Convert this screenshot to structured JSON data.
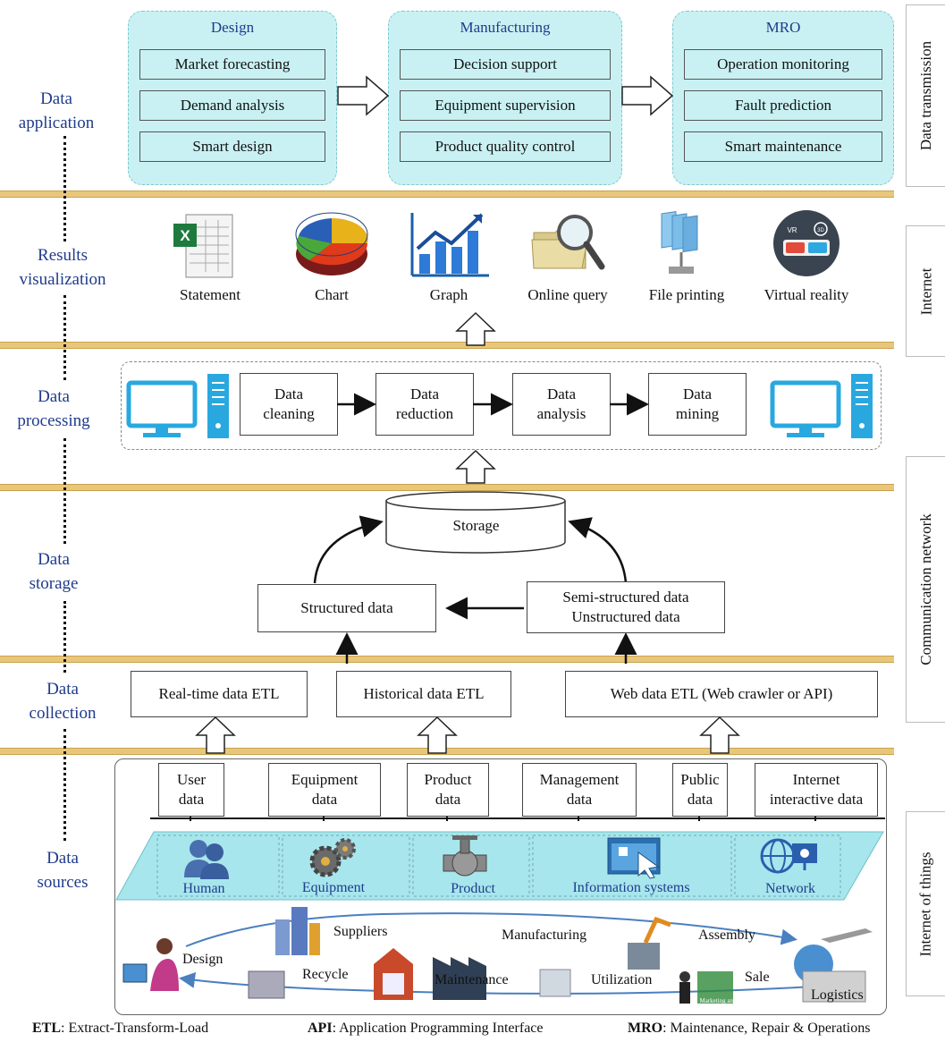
{
  "layers": {
    "application": "Data application",
    "visualization": "Results visualization",
    "processing": "Data processing",
    "storage": "Data storage",
    "collection": "Data collection",
    "sources": "Data sources"
  },
  "right_column": [
    "Data transmission",
    "Internet",
    "Communication  network",
    "Internet of things"
  ],
  "application": {
    "design": {
      "title": "Design",
      "items": [
        "Market forecasting",
        "Demand analysis",
        "Smart  design"
      ]
    },
    "manufacturing": {
      "title": "Manufacturing",
      "items": [
        "Decision support",
        "Equipment supervision",
        "Product quality control"
      ]
    },
    "mro": {
      "title": "MRO",
      "items": [
        "Operation monitoring",
        "Fault prediction",
        "Smart  maintenance"
      ]
    }
  },
  "visualization": [
    "Statement",
    "Chart",
    "Graph",
    "Online query",
    "File printing",
    "Virtual reality"
  ],
  "vr_badges": {
    "left": "VR",
    "right": "3D"
  },
  "processing": [
    {
      "l1": "Data",
      "l2": "cleaning"
    },
    {
      "l1": "Data",
      "l2": "reduction"
    },
    {
      "l1": "Data",
      "l2": "analysis"
    },
    {
      "l1": "Data",
      "l2": "mining"
    }
  ],
  "storage": {
    "storage": "Storage",
    "structured": "Structured data",
    "semi": "Semi-structured data",
    "unstructured": "Unstructured data"
  },
  "collection": [
    "Real-time data ETL",
    "Historical data ETL",
    "Web data ETL (Web crawler or API)"
  ],
  "sources": {
    "data_types": [
      {
        "l1": "User",
        "l2": "data"
      },
      {
        "l1": "Equipment",
        "l2": "data"
      },
      {
        "l1": "Product",
        "l2": "data"
      },
      {
        "l1": "Management",
        "l2": "data"
      },
      {
        "l1": "Public",
        "l2": "data"
      },
      {
        "l1": "Internet",
        "l2": "interactive data"
      }
    ],
    "entities": [
      "Human",
      "Equipment",
      "Product",
      "Information systems",
      "Network"
    ],
    "lifecycle": [
      "Suppliers",
      "Manufacturing",
      "Assembly",
      "Design",
      "Recycle",
      "Maintenance",
      "Utilization",
      "Sale",
      "Logistics"
    ],
    "marketing_badge": "Marketing and Sales"
  },
  "footer": {
    "etl_abbr": "ETL",
    "etl_text": ": Extract-Transform-Load",
    "api_abbr": "API",
    "api_text": ": Application Programming Interface",
    "mro_abbr": "MRO",
    "mro_text": ": Maintenance, Repair & Operations"
  },
  "colors": {
    "band": "#e8c77c",
    "label_blue": "#1f3b8c",
    "teal": "#c9f1f3",
    "monitor_blue": "#29a8e0"
  }
}
